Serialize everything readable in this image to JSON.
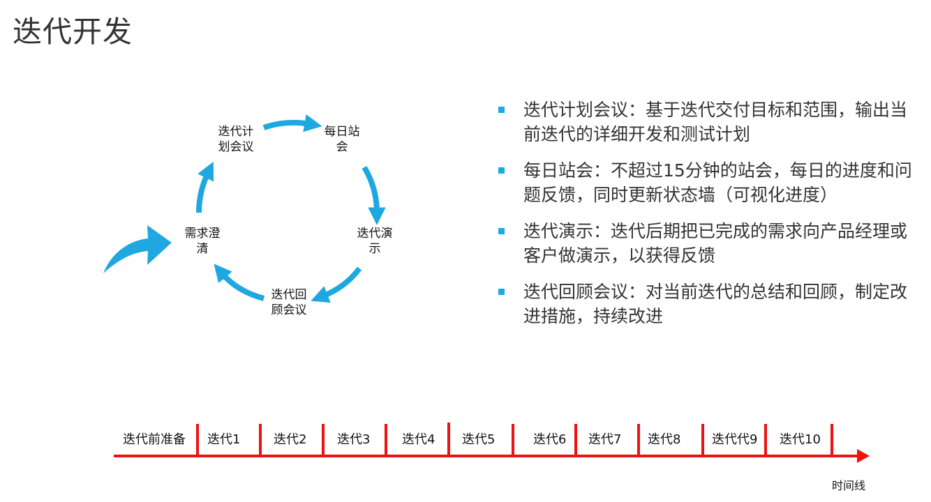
{
  "title": "迭代开发",
  "cycle": {
    "nodes": [
      {
        "line1": "迭代计",
        "line2": "划会议"
      },
      {
        "line1": "每日站",
        "line2": "会"
      },
      {
        "line1": "迭代演",
        "line2": "示"
      },
      {
        "line1": "迭代回",
        "line2": "顾会议"
      },
      {
        "line1": "需求澄",
        "line2": "清"
      }
    ],
    "arrow_color": "#1fa8e0"
  },
  "bullets": [
    "迭代计划会议：基于迭代交付目标和范围，输出当前迭代的详细开发和测试计划",
    "每日站会：不超过15分钟的站会，每日的进度和问题反馈，同时更新状态墙（可视化进度）",
    "迭代演示：迭代后期把已完成的需求向产品经理或客户做演示，以获得反馈",
    "迭代回顾会议：对当前迭代的总结和回顾，制定改进措施，持续改进"
  ],
  "bullet_color": "#1fa8e0",
  "timeline": {
    "labels": [
      "迭代前准备",
      "迭代1",
      "迭代2",
      "迭代3",
      "迭代4",
      "迭代5",
      "迭代6",
      "迭代7",
      "迭代8",
      "迭代代9",
      "迭代10"
    ],
    "end_label": "时间线",
    "color": "#ee1111"
  }
}
